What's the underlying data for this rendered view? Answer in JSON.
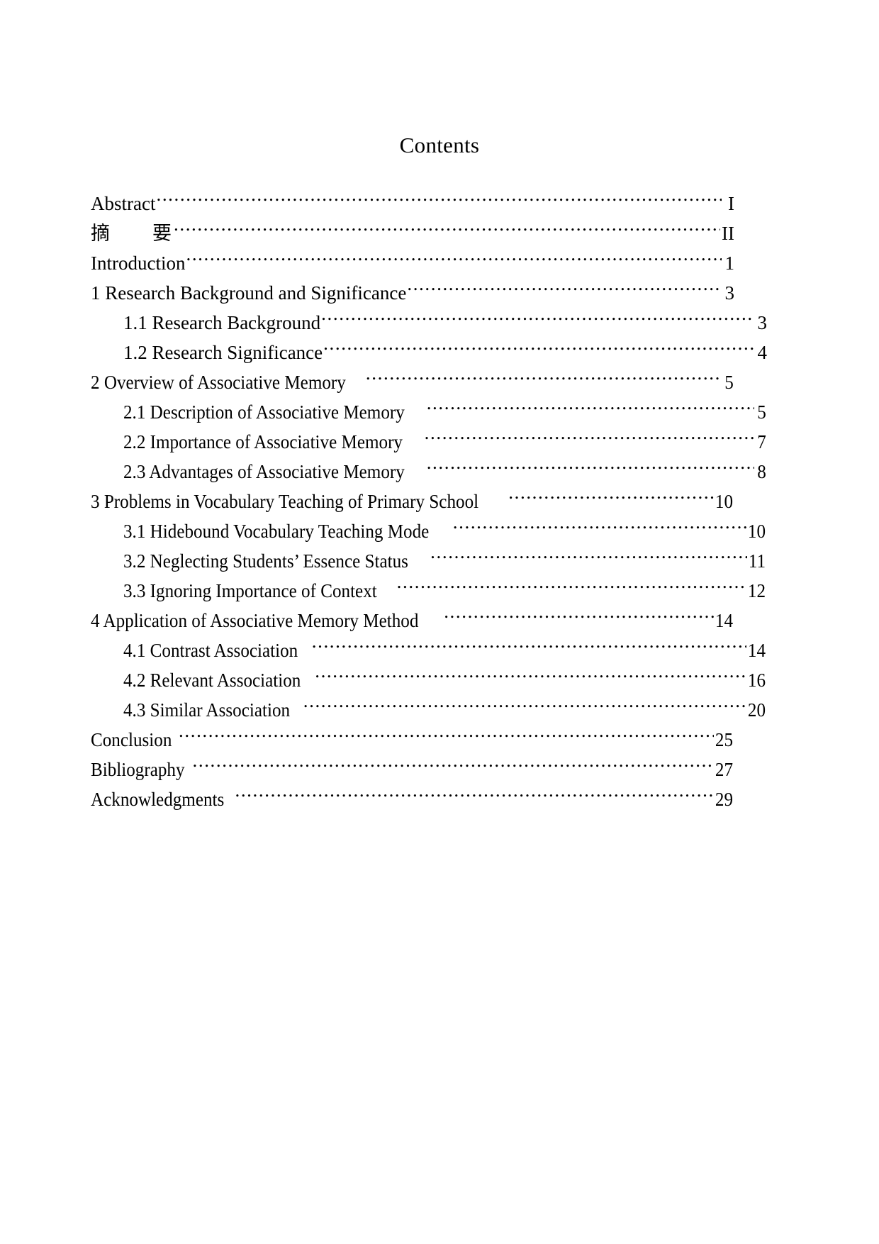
{
  "document": {
    "title": "Contents",
    "leader_char": "."
  },
  "toc": {
    "entries": [
      {
        "label": "Abstract",
        "page": "I",
        "level": 1,
        "script": "latin"
      },
      {
        "label": "摘　　要",
        "page": "II",
        "level": 1,
        "script": "cjk"
      },
      {
        "label": "Introduction",
        "page": "1",
        "level": 1,
        "script": "latin"
      },
      {
        "label": "1 Research Background and Significance",
        "page": "3",
        "level": 1,
        "script": "latin"
      },
      {
        "label": "1.1 Research Background",
        "page": "3",
        "level": 2,
        "script": "latin"
      },
      {
        "label": "1.2 Research Significance",
        "page": "4",
        "level": 2,
        "script": "latin"
      },
      {
        "label": "2 Overview of Associative Memory",
        "page": "5",
        "level": 1,
        "script": "latin"
      },
      {
        "label": "2.1 Description of Associative Memory",
        "page": "5",
        "level": 2,
        "script": "latin"
      },
      {
        "label": "2.2 Importance of Associative Memory",
        "page": "7",
        "level": 2,
        "script": "latin"
      },
      {
        "label": "2.3 Advantages of Associative Memory",
        "page": "8",
        "level": 2,
        "script": "latin"
      },
      {
        "label": "3 Problems in Vocabulary Teaching of Primary School",
        "page": "10",
        "level": 1,
        "script": "latin"
      },
      {
        "label": "3.1 Hidebound Vocabulary Teaching Mode",
        "page": "10",
        "level": 2,
        "script": "latin"
      },
      {
        "label": "3.2 Neglecting Students’ Essence Status",
        "page": "11",
        "level": 2,
        "script": "latin"
      },
      {
        "label": "3.3 Ignoring Importance of Context",
        "page": "12",
        "level": 2,
        "script": "latin"
      },
      {
        "label": "4 Application of Associative Memory Method",
        "page": "14",
        "level": 1,
        "script": "latin"
      },
      {
        "label": "4.1 Contrast Association",
        "page": "14",
        "level": 2,
        "script": "latin"
      },
      {
        "label": "4.2 Relevant Association",
        "page": "16",
        "level": 2,
        "script": "latin"
      },
      {
        "label": "4.3 Similar Association",
        "page": "20",
        "level": 2,
        "script": "latin"
      },
      {
        "label": "Conclusion",
        "page": "25",
        "level": 1,
        "script": "latin"
      },
      {
        "label": "Bibliography",
        "page": "27",
        "level": 1,
        "script": "latin"
      },
      {
        "label": "Acknowledgments",
        "page": "29",
        "level": 1,
        "script": "latin"
      }
    ]
  }
}
